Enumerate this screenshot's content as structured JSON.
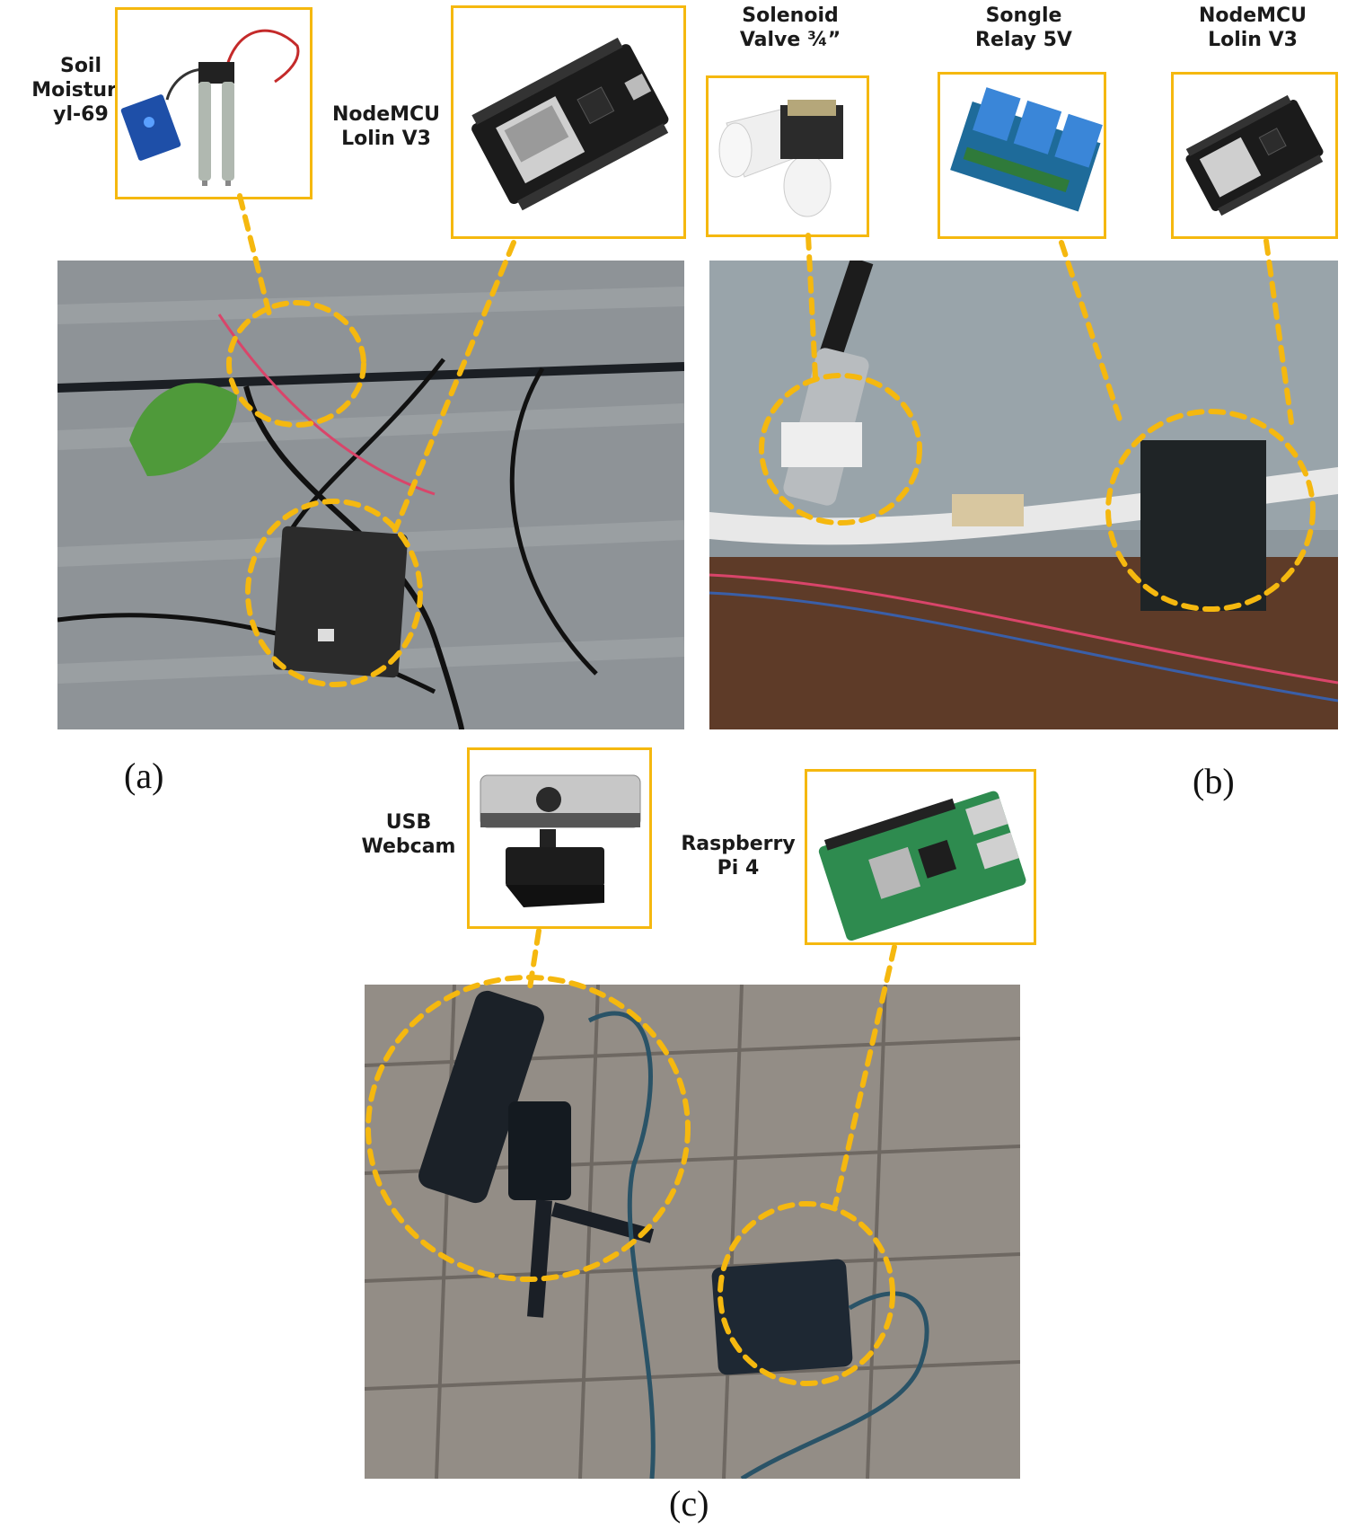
{
  "colors": {
    "accent": "#f5b80f",
    "text": "#1a1a1a",
    "background": "#ffffff"
  },
  "labels": {
    "soil_moisture": [
      "Soil",
      "Moisture",
      "yl-69"
    ],
    "nodemcu_a": [
      "NodeMCU",
      "Lolin V3"
    ],
    "solenoid": [
      "Solenoid",
      "Valve ¾”"
    ],
    "relay": [
      "Songle",
      "Relay 5V"
    ],
    "nodemcu_b": [
      "NodeMCU",
      "Lolin V3"
    ],
    "webcam": [
      "USB",
      "Webcam"
    ],
    "raspberry": [
      "Raspberry",
      "Pi 4"
    ]
  },
  "captions": {
    "a": "(a)",
    "b": "(b)",
    "c": "(c)"
  },
  "panels": [
    {
      "id": "a",
      "components": [
        "soil-moisture-sensor",
        "nodemcu-board"
      ]
    },
    {
      "id": "b",
      "components": [
        "solenoid-valve",
        "relay-module",
        "nodemcu-board"
      ]
    },
    {
      "id": "c",
      "components": [
        "usb-webcam",
        "raspberry-pi-4"
      ]
    }
  ]
}
